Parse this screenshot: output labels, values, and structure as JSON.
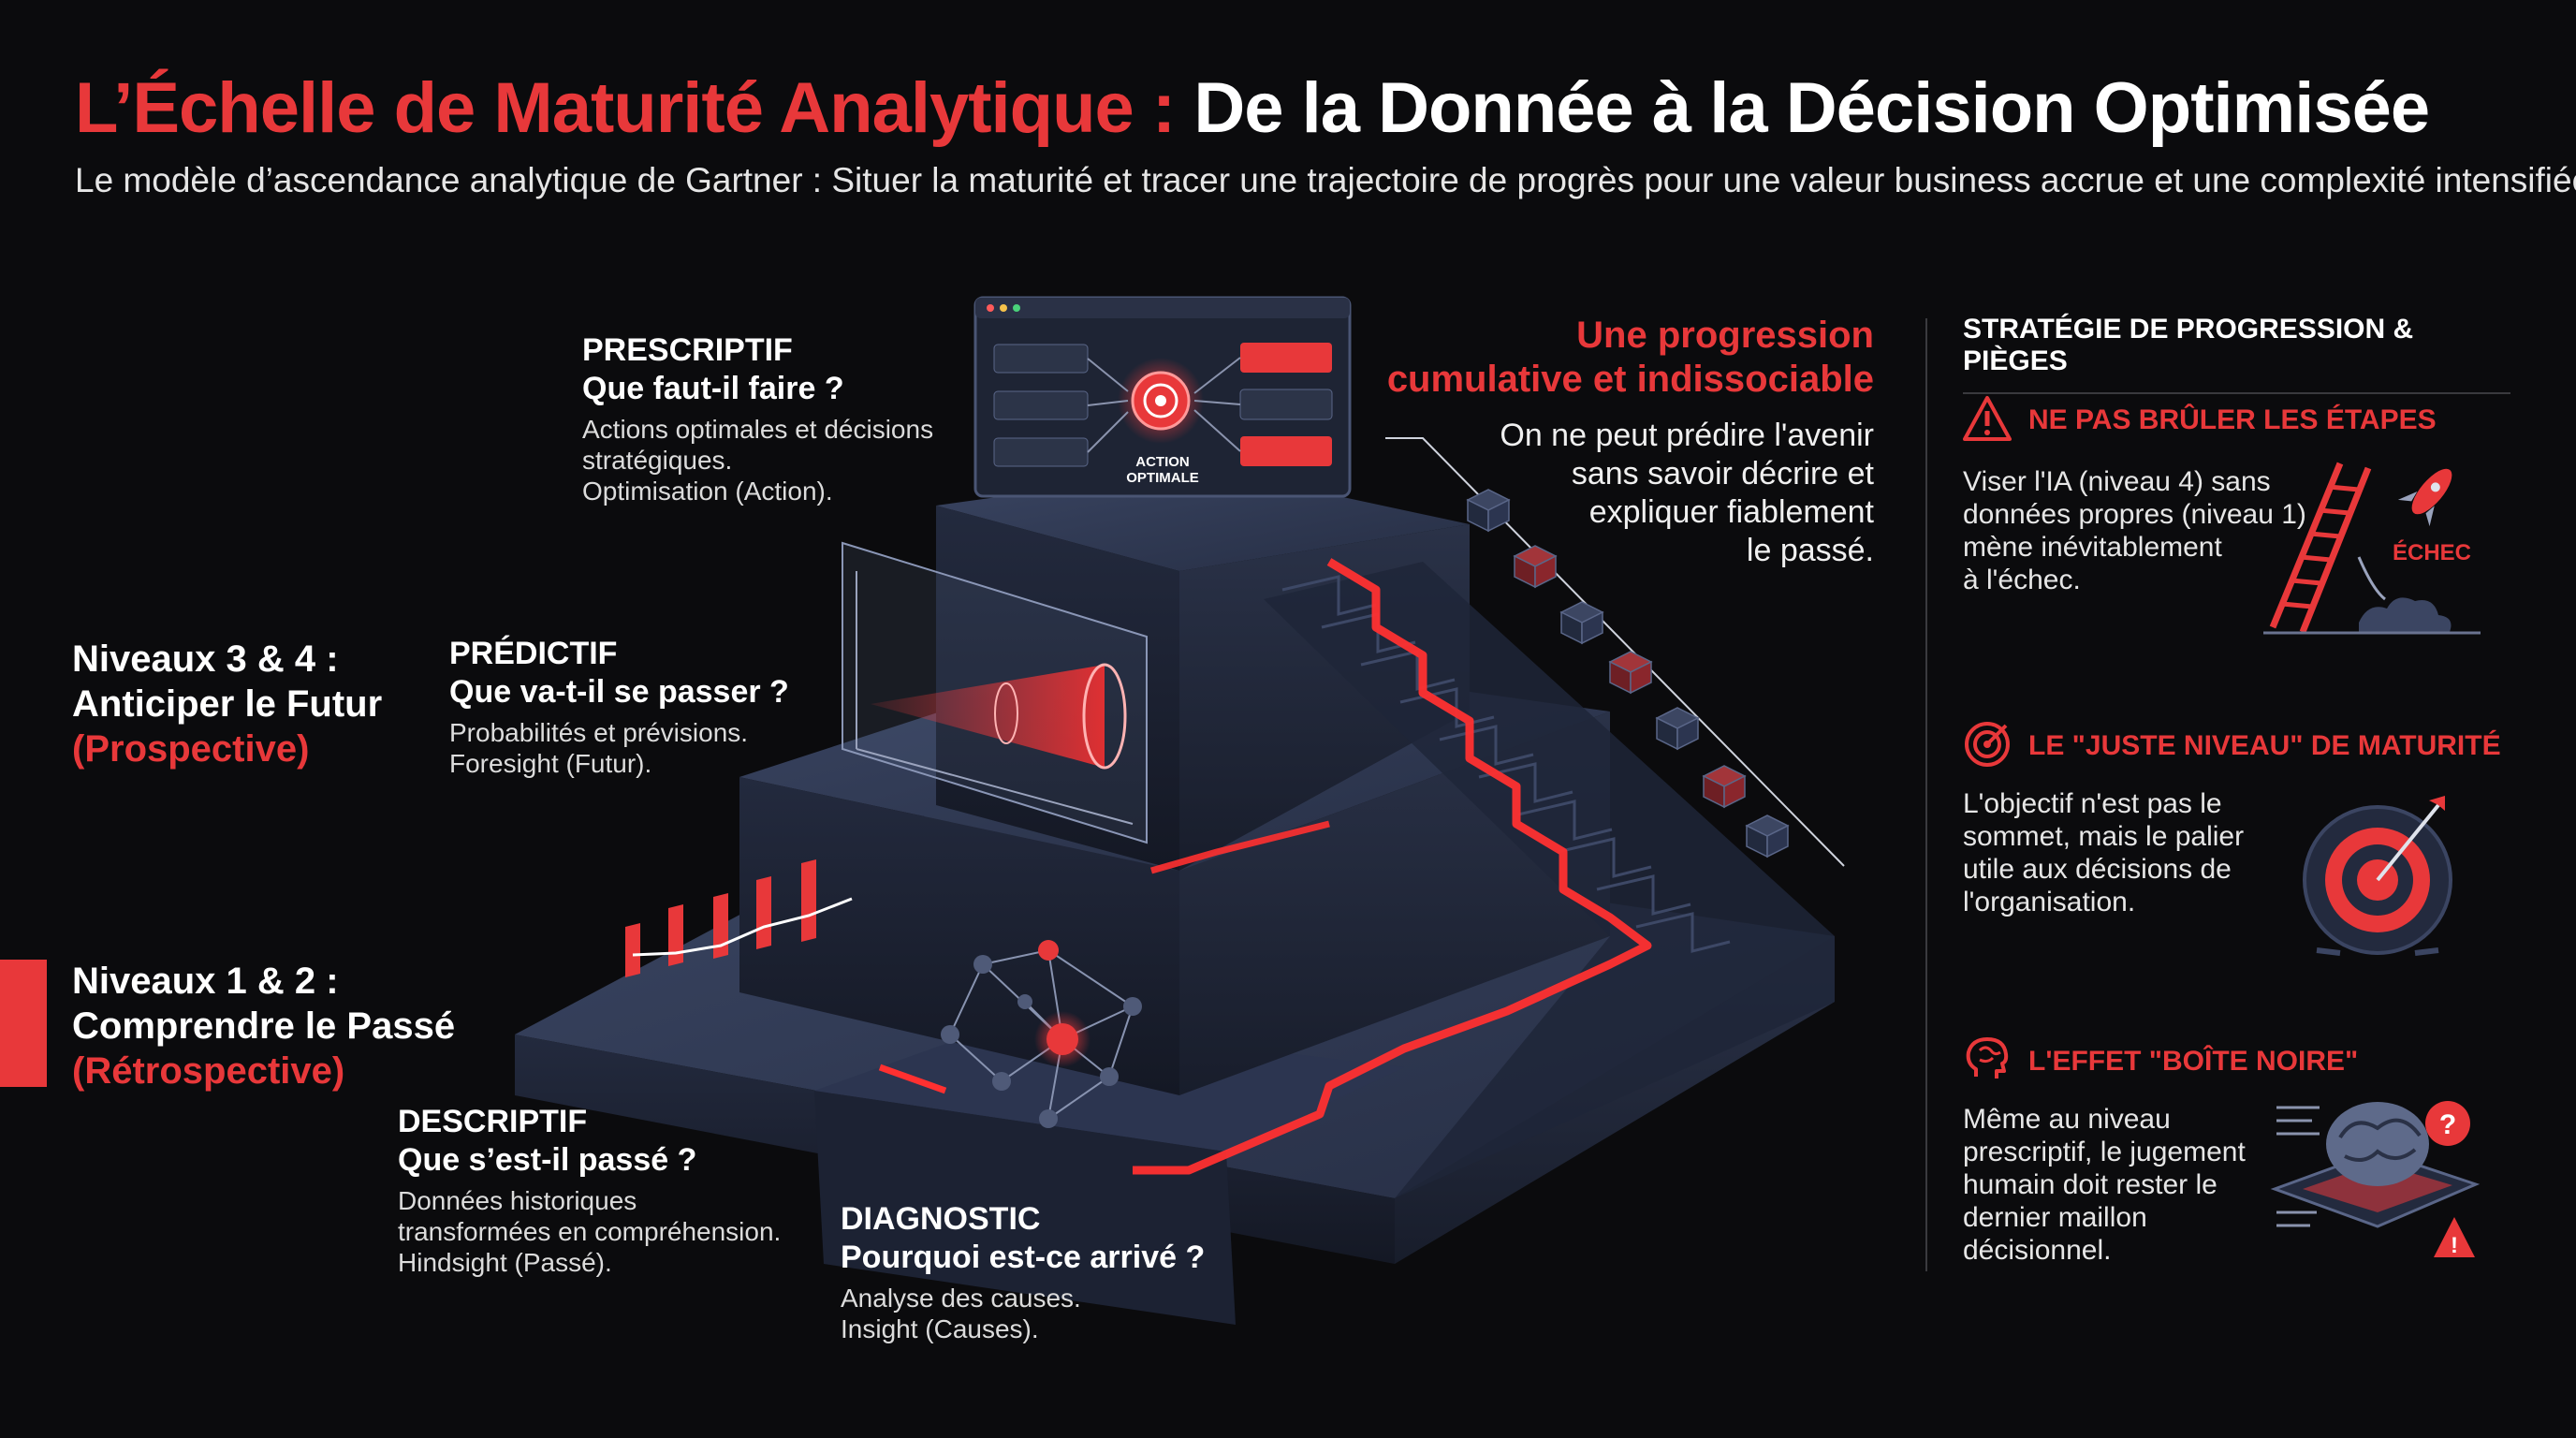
{
  "header": {
    "title_red": "L’Échelle de Maturité Analytique :",
    "title_white": "De la Donnée à la Décision Optimisée",
    "subtitle": "Le modèle d’ascendance analytique de Gartner : Situer la maturité et tracer une trajectoire de progrès pour une valeur business accrue et une complexité intensifiée"
  },
  "levels": {
    "future": {
      "line1": "Niveaux 3 & 4 :",
      "line2": "Anticiper le Futur",
      "line3": "(Prospective)"
    },
    "past": {
      "line1": "Niveaux 1 & 2 :",
      "line2": "Comprendre le Passé",
      "line3": "(Rétrospective)"
    }
  },
  "stages": {
    "prescriptif": {
      "name": "PRESCRIPTIF",
      "question": "Que faut-il faire ?",
      "desc1": "Actions optimales et décisions",
      "desc2": "stratégiques.",
      "desc3": "Optimisation (Action)."
    },
    "predictif": {
      "name": "PRÉDICTIF",
      "question": "Que va-t-il se passer ?",
      "desc1": "Probabilités et prévisions.",
      "desc2": "Foresight (Futur)."
    },
    "descriptif": {
      "name": "DESCRIPTIF",
      "question": "Que s’est-il passé ?",
      "desc1": "Données historiques",
      "desc2": "transformées en compréhension.",
      "desc3": "Hindsight (Passé)."
    },
    "diagnostic": {
      "name": "DIAGNOSTIC",
      "question": "Pourquoi est-ce arrivé ?",
      "desc1": "Analyse des causes.",
      "desc2": "Insight (Causes)."
    }
  },
  "monitor": {
    "label_line1": "ACTION",
    "label_line2": "OPTIMALE"
  },
  "progression": {
    "title_line1": "Une progression",
    "title_line2": "cumulative et indissociable",
    "desc_line1": "On ne peut prédire l'avenir",
    "desc_line2": "sans savoir décrire et",
    "desc_line3": "expliquer fiablement",
    "desc_line4": "le passé."
  },
  "strategy": {
    "heading": "STRATÉGIE DE PROGRESSION & PIÈGES",
    "items": [
      {
        "title": "NE PAS BRÛLER LES ÉTAPES",
        "icon": "warning-icon",
        "body": [
          "Viser l'IA (niveau 4) sans",
          "données propres (niveau 1)",
          "mène inévitablement",
          "à l'échec."
        ],
        "illustration_label": "ÉCHEC"
      },
      {
        "title": "LE \"JUSTE NIVEAU\" DE MATURITÉ",
        "icon": "target-icon",
        "body": [
          "L'objectif n'est pas le",
          "sommet, mais le palier",
          "utile aux décisions de",
          "l'organisation."
        ]
      },
      {
        "title": "L'EFFET \"BOÎTE NOIRE\"",
        "icon": "brain-icon",
        "body": [
          "Même au niveau",
          "prescriptif, le jugement",
          "humain doit rester le",
          "dernier maillon",
          "décisionnel."
        ]
      }
    ]
  },
  "colors": {
    "accent": "#e8383a",
    "background": "#0b0b0d",
    "block_top": "#2f3950",
    "block_side": "#1a2032"
  }
}
